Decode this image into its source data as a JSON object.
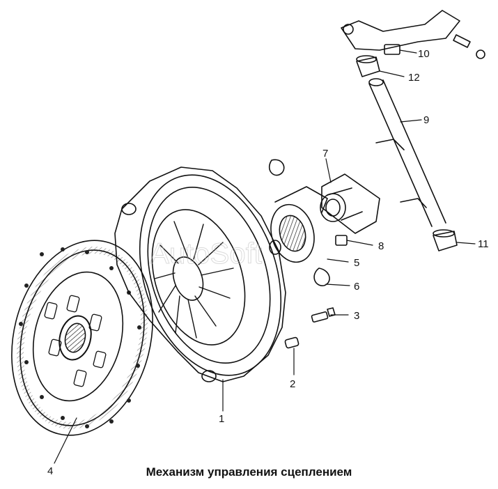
{
  "caption": "Механизм управления сцеплением",
  "watermark": "AutoSoft",
  "callouts": [
    {
      "id": "1",
      "label": "1"
    },
    {
      "id": "2",
      "label": "2"
    },
    {
      "id": "3",
      "label": "3"
    },
    {
      "id": "4",
      "label": "4"
    },
    {
      "id": "5",
      "label": "5"
    },
    {
      "id": "6",
      "label": "6"
    },
    {
      "id": "7",
      "label": "7"
    },
    {
      "id": "8",
      "label": "8"
    },
    {
      "id": "9",
      "label": "9"
    },
    {
      "id": "10",
      "label": "10"
    },
    {
      "id": "11",
      "label": "11"
    },
    {
      "id": "12",
      "label": "12"
    }
  ]
}
